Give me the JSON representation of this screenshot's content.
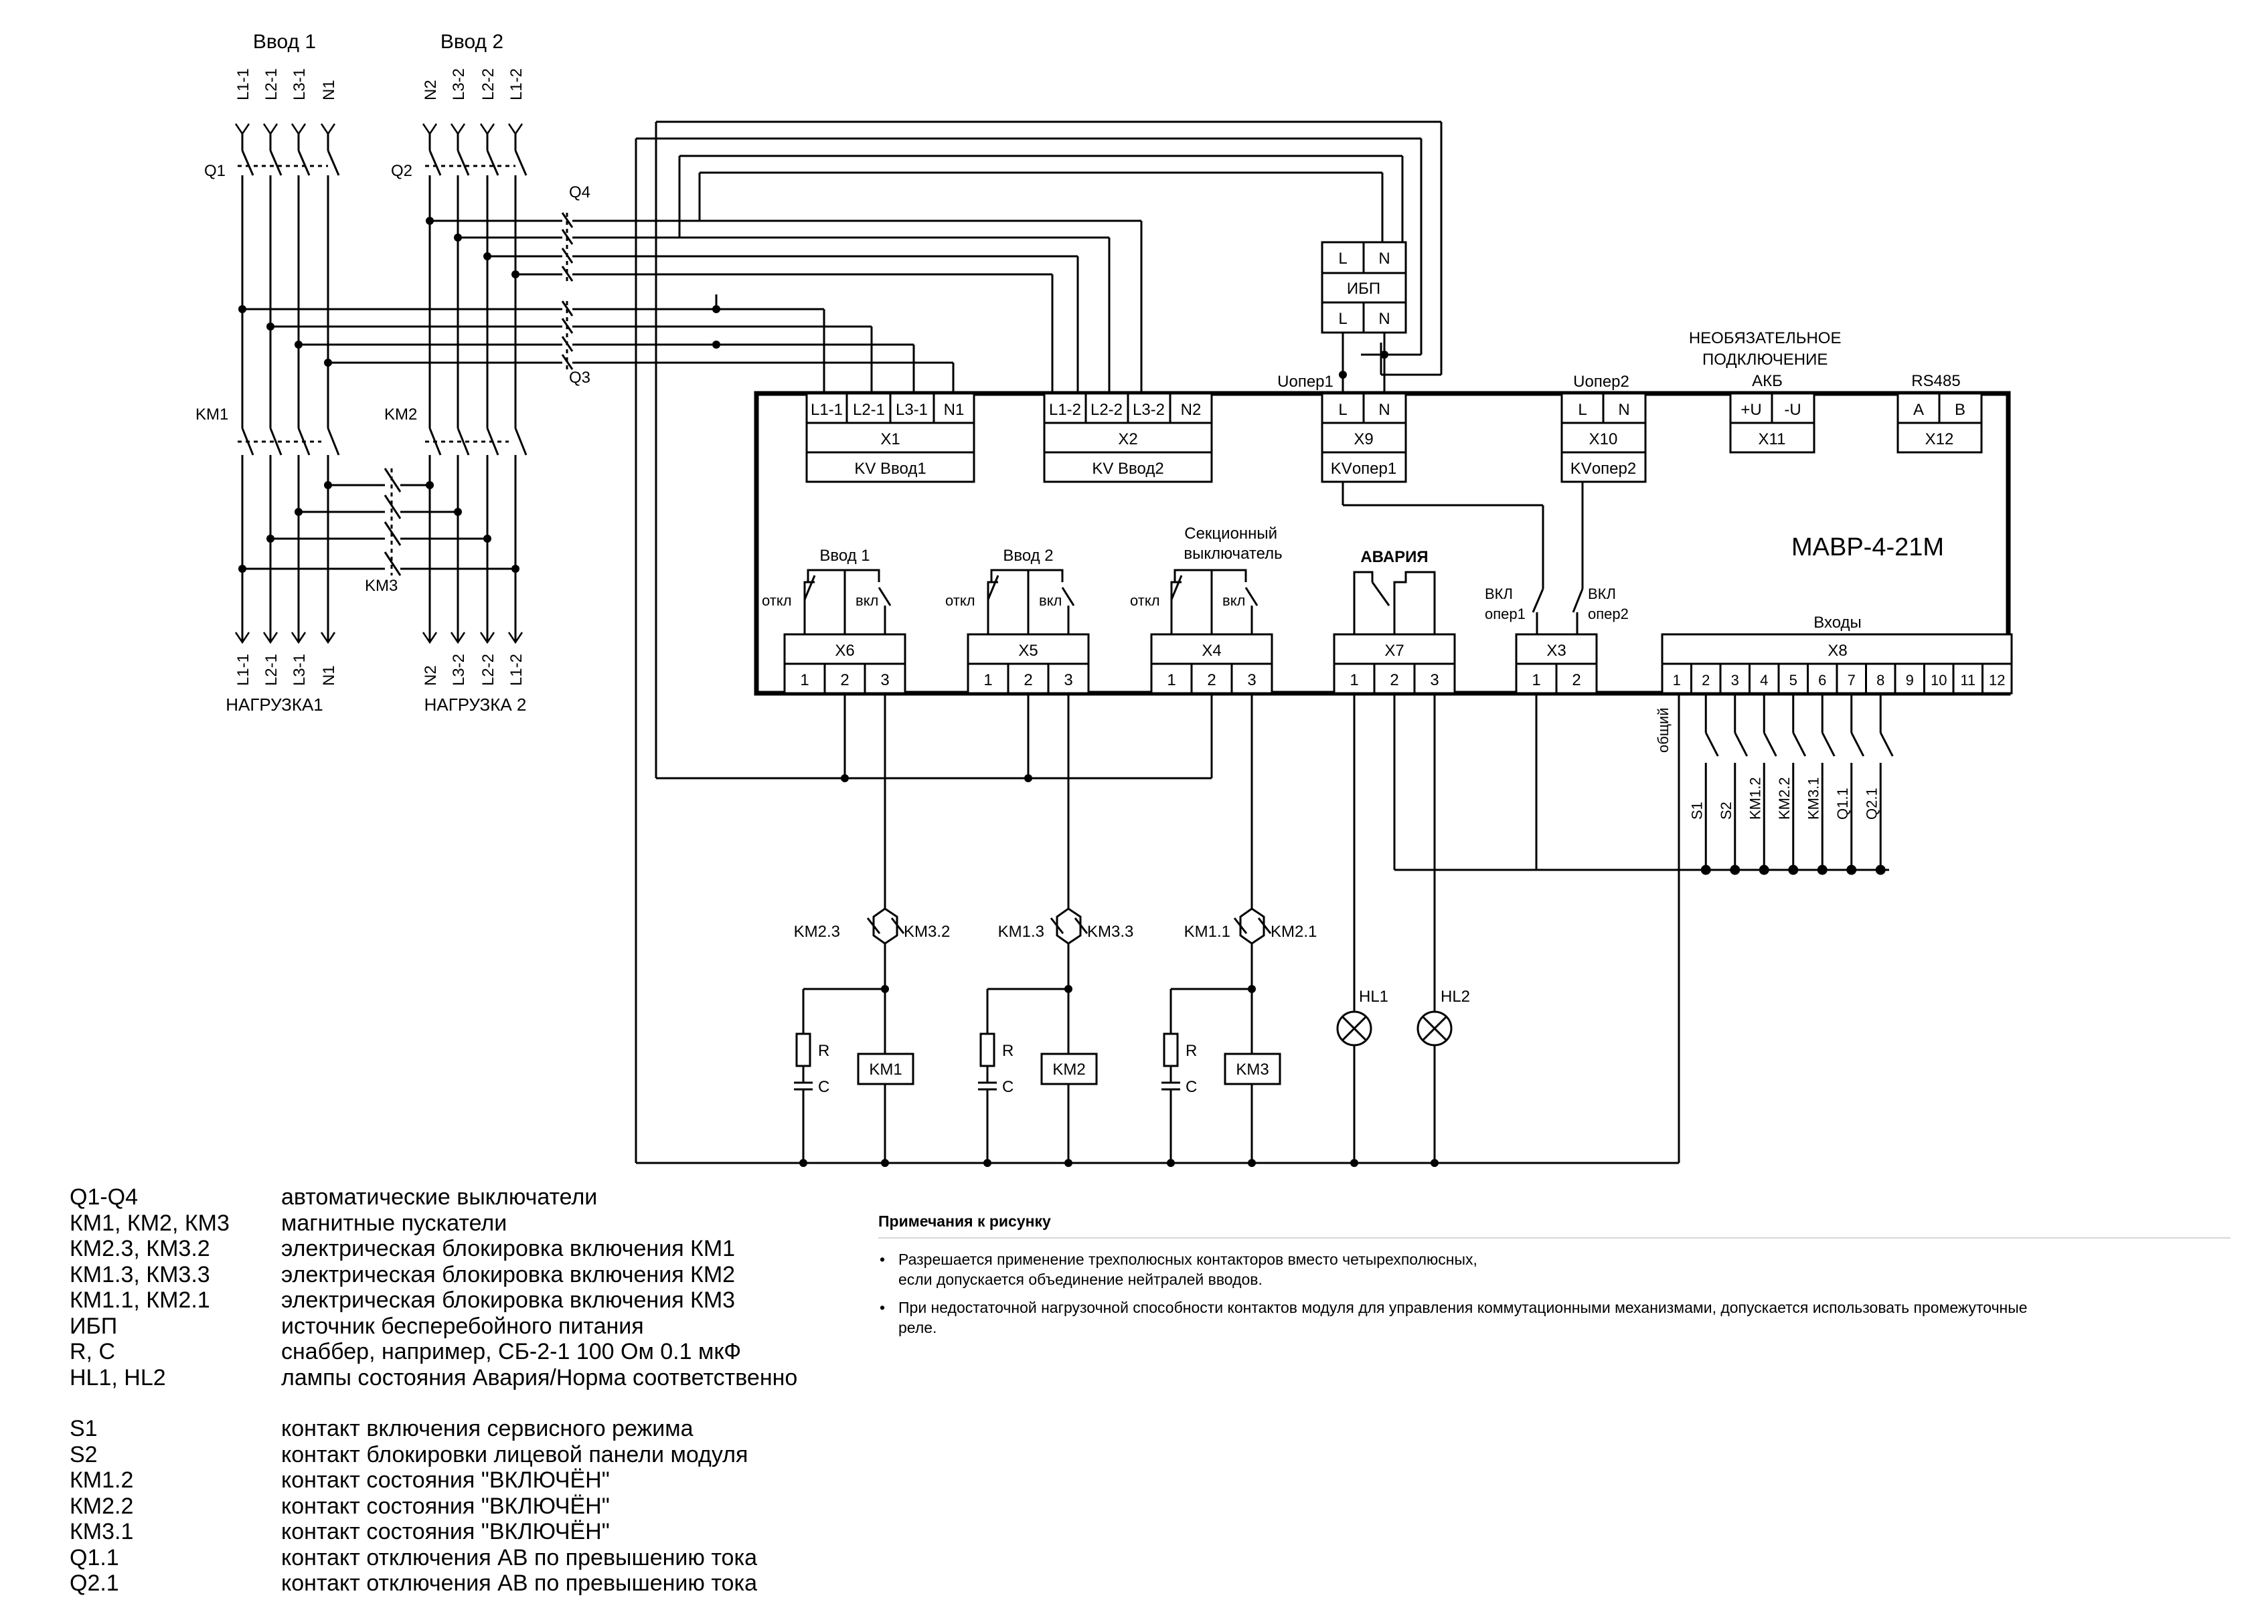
{
  "inputs": {
    "in1_title": "Ввод 1",
    "in2_title": "Ввод 2",
    "in1_phases": [
      "L1-1",
      "L2-1",
      "L3-1",
      "N1"
    ],
    "in2_phases": [
      "N2",
      "L3-2",
      "L2-2",
      "L1-2"
    ]
  },
  "loads": {
    "load1_phases": [
      "L1-1",
      "L2-1",
      "L3-1",
      "N1"
    ],
    "load2_phases": [
      "N2",
      "L3-2",
      "L2-2",
      "L1-2"
    ],
    "load1_label": "НАГРУЗКА1",
    "load2_label": "НАГРУЗКА 2"
  },
  "breakers": {
    "q1": "Q1",
    "q2": "Q2",
    "q3": "Q3",
    "q4": "Q4"
  },
  "contactors": {
    "km1": "KM1",
    "km2": "KM2",
    "km3": "KM3"
  },
  "ups": {
    "title": "ИБП",
    "l": "L",
    "n": "N"
  },
  "module": {
    "title": "МАВР-4-21М",
    "x1": {
      "pins": [
        "L1-1",
        "L2-1",
        "L3-1",
        "N1"
      ],
      "name": "X1",
      "label": "KV Ввод1"
    },
    "x2": {
      "pins": [
        "L1-2",
        "L2-2",
        "L3-2",
        "N2"
      ],
      "name": "X2",
      "label": "KV Ввод2"
    },
    "x9": {
      "pins": [
        "L",
        "N"
      ],
      "name": "X9",
      "label": "KVопер1",
      "supply": "Uопер1"
    },
    "x10": {
      "pins": [
        "L",
        "N"
      ],
      "name": "X10",
      "label": "KVопер2",
      "supply": "Uопер2"
    },
    "x11": {
      "pins": [
        "+U",
        "-U"
      ],
      "name": "X11",
      "header": "НЕОБЯЗАТЕЛЬНОЕ\nПОДКЛЮЧЕНИЕ\nАКБ"
    },
    "x12": {
      "pins": [
        "A",
        "B"
      ],
      "name": "X12",
      "header": "RS485"
    },
    "x6": {
      "name": "X6",
      "title": "Ввод 1",
      "off": "откл",
      "on": "вкл"
    },
    "x5": {
      "name": "X5",
      "title": "Ввод 2",
      "off": "откл",
      "on": "вкл"
    },
    "x4": {
      "name": "X4",
      "title": "Секционный\nвыключатель",
      "off": "откл",
      "on": "вкл"
    },
    "x7": {
      "name": "X7",
      "title": "АВАРИЯ"
    },
    "x3": {
      "name": "X3",
      "sw1": "ВКЛ\nопер1",
      "sw2": "ВКЛ\nопер2"
    },
    "x8": {
      "name": "X8",
      "title": "Входы"
    },
    "pins3": [
      "1",
      "2",
      "3"
    ],
    "pins2": [
      "1",
      "2"
    ],
    "pins12": [
      "1",
      "2",
      "3",
      "4",
      "5",
      "6",
      "7",
      "8",
      "9",
      "10",
      "11",
      "12"
    ]
  },
  "x8_inputs": {
    "common": "общий",
    "labels": [
      "S1",
      "S2",
      "KM1.2",
      "KM2.2",
      "KM3.1",
      "Q1.1",
      "Q2.1"
    ]
  },
  "interlocks": [
    {
      "left": "KM2.3",
      "right": "KM3.2",
      "coil": "KM1"
    },
    {
      "left": "KM1.3",
      "right": "KM3.3",
      "coil": "KM2"
    },
    {
      "left": "KM1.1",
      "right": "KM2.1",
      "coil": "KM3"
    }
  ],
  "rc": {
    "r": "R",
    "c": "C"
  },
  "lamps": {
    "hl1": "HL1",
    "hl2": "HL2"
  },
  "legend": [
    {
      "code": "Q1-Q4",
      "text": "автоматические выключатели"
    },
    {
      "code": "КМ1, КМ2, КМ3",
      "text": "магнитные пускатели"
    },
    {
      "code": "КМ2.3, КМ3.2",
      "text": "электрическая блокировка включения КМ1"
    },
    {
      "code": "КМ1.3, КМ3.3",
      "text": "электрическая блокировка включения КМ2"
    },
    {
      "code": "КМ1.1, КМ2.1",
      "text": "электрическая блокировка включения КМ3"
    },
    {
      "code": "ИБП",
      "text": "источник бесперебойного питания"
    },
    {
      "code": "R, C",
      "text": "снаббер, например, СБ-2-1 100 Ом 0.1 мкФ"
    },
    {
      "code": "HL1, HL2",
      "text": "лампы состояния Авария/Норма соответственно"
    },
    {
      "code": "",
      "text": ""
    },
    {
      "code": "S1",
      "text": "контакт включения сервисного режима"
    },
    {
      "code": "S2",
      "text": "контакт блокировки лицевой панели модуля"
    },
    {
      "code": "КМ1.2",
      "text": "контакт состояния \"ВКЛЮЧЁН\""
    },
    {
      "code": "КМ2.2",
      "text": "контакт состояния \"ВКЛЮЧЁН\""
    },
    {
      "code": "КМ3.1",
      "text": "контакт состояния \"ВКЛЮЧЁН\""
    },
    {
      "code": "Q1.1",
      "text": "контакт отключения АВ по превышению тока"
    },
    {
      "code": "Q2.1",
      "text": "контакт отключения АВ по превышению тока"
    }
  ],
  "notes": {
    "title": "Примечания к рисунку",
    "items": [
      "Разрешается применение трехполюсных контакторов вместо четырехполюсных,\nесли допускается объединение нейтралей вводов.",
      "При недостаточной нагрузочной способности контактов модуля для управления коммутационными механизмами, допускается использовать промежуточные\nреле."
    ]
  }
}
